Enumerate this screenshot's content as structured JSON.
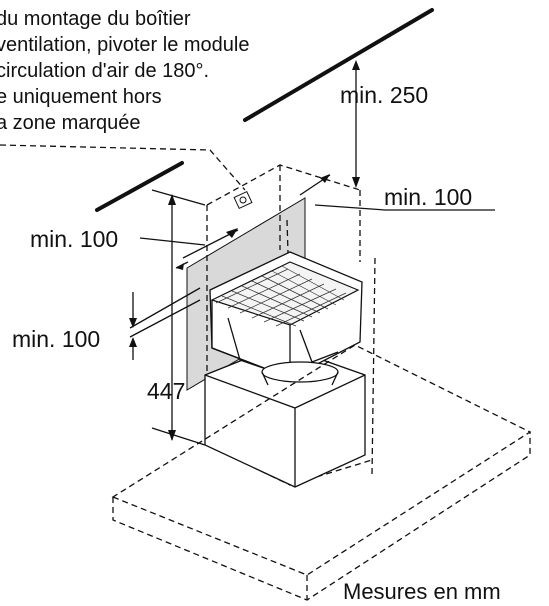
{
  "note": {
    "lines": [
      "du montage du boîtier",
      "ventilation, pivoter le module",
      "circulation d'air de 180°.",
      "e uniquement hors",
      "a zone marquée"
    ]
  },
  "dimensions": {
    "top_right_label": "min. 250",
    "side_right_label": "min. 100",
    "left_upper_label": "min. 100",
    "left_lower_label": "min. 100",
    "height_label": "447"
  },
  "footer": {
    "units_label": "Mesures en mm"
  },
  "colors": {
    "line": "#111111",
    "marked_zone": "#d9d9d9",
    "background": "#ffffff"
  }
}
